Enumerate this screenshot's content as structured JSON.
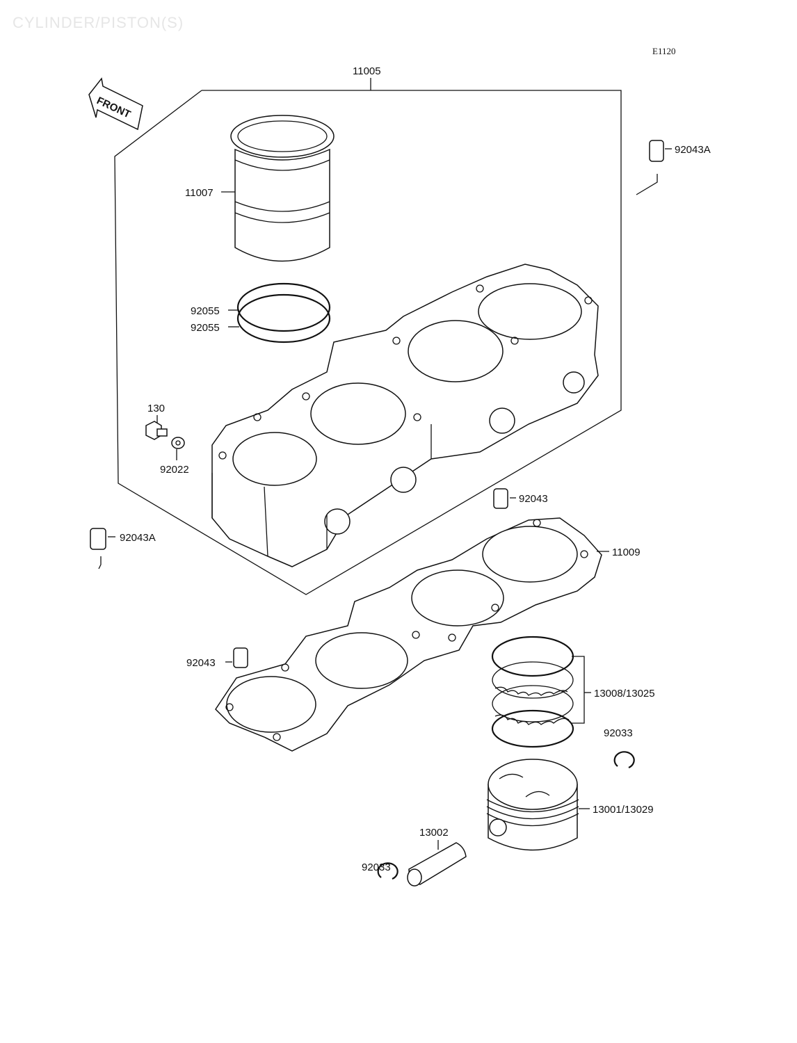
{
  "page": {
    "watermark": "CYLINDER/PISTON(S)",
    "diagram_code": "E1120",
    "front_marker": "FRONT"
  },
  "parts": {
    "p11005": "11005",
    "p11007": "11007",
    "p92043A_top": "92043A",
    "p92055_a": "92055",
    "p92055_b": "92055",
    "p130": "130",
    "p92022": "92022",
    "p92043_mid": "92043",
    "p92043A_left": "92043A",
    "p11009": "11009",
    "p92043_low": "92043",
    "p13008": "13008/13025",
    "p92033_right": "92033",
    "p13001": "13001/13029",
    "p13002": "13002",
    "p92033_left": "92033"
  }
}
